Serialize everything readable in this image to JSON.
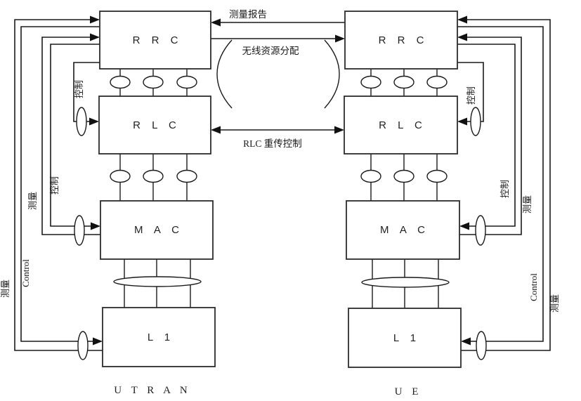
{
  "colors": {
    "line": "#1a1a1a",
    "box_border": "#2b2b2b",
    "background": "#ffffff"
  },
  "utran": {
    "caption": "U T R A N",
    "layers": [
      {
        "label": "R R C"
      },
      {
        "label": "R L C"
      },
      {
        "label": "M A C"
      },
      {
        "label": "L 1"
      }
    ],
    "side_labels": [
      {
        "label": "测量",
        "for_layer": "L1"
      },
      {
        "label": "Control",
        "for_layer": "L1"
      },
      {
        "label": "测量",
        "for_layer": "MAC"
      },
      {
        "label": "控制",
        "for_layer": "MAC"
      },
      {
        "label": "控制",
        "for_layer": "RLC"
      }
    ]
  },
  "ue": {
    "caption": "U E",
    "layers": [
      {
        "label": "R R C"
      },
      {
        "label": "R L C"
      },
      {
        "label": "M A C"
      },
      {
        "label": "L 1"
      }
    ],
    "side_labels": [
      {
        "label": "控制",
        "for_layer": "RLC"
      },
      {
        "label": "控制",
        "for_layer": "MAC"
      },
      {
        "label": "测量",
        "for_layer": "MAC"
      },
      {
        "label": "Control",
        "for_layer": "L1"
      },
      {
        "label": "测量",
        "for_layer": "L1"
      }
    ]
  },
  "links": [
    {
      "label": "测量报告",
      "between": "RRC-RRC",
      "direction": "left"
    },
    {
      "label": "无线资源分配",
      "between": "RRC-RRC",
      "direction": "right"
    },
    {
      "label": "RLC 重传控制",
      "between": "RLC-RLC",
      "direction": "both"
    }
  ]
}
